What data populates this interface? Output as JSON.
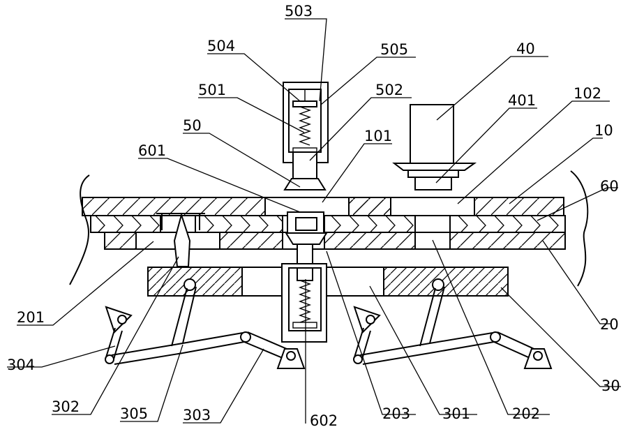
{
  "labels": {
    "l503": "503",
    "l504": "504",
    "l505": "505",
    "l501": "501",
    "l502": "502",
    "l50": "50",
    "l601": "601",
    "l101": "101",
    "l40": "40",
    "l401": "401",
    "l102": "102",
    "l10": "10",
    "l60": "60",
    "l20": "20",
    "l201": "201",
    "l304": "304",
    "l302": "302",
    "l305": "305",
    "l303": "303",
    "l602": "602",
    "l203": "203",
    "l301": "301",
    "l202": "202",
    "l30": "30"
  }
}
